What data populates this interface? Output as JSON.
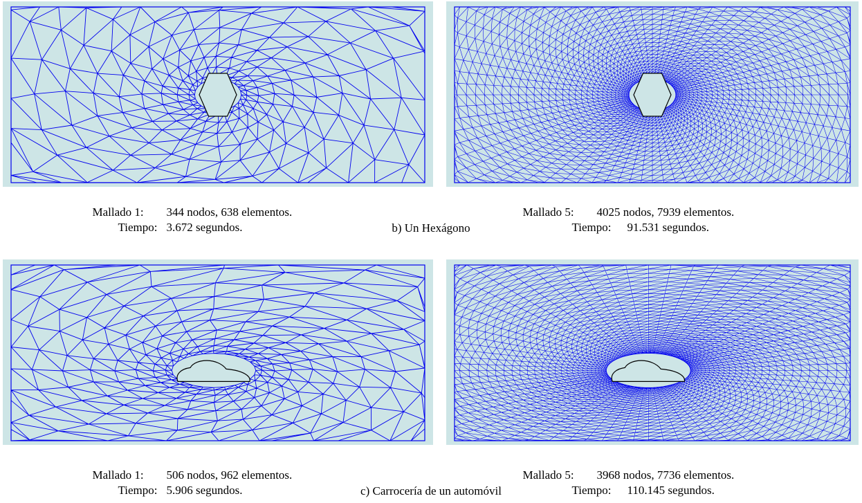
{
  "colors": {
    "field": "#cde5e6",
    "mesh": "#0000ee",
    "hole": "#cde5e6"
  },
  "sections": [
    {
      "caption": "b) Un Hexágono",
      "shape": "hexagon",
      "panels": [
        {
          "label": "Mallado 1:",
          "mesh_info": "344 nodos, 638 elementos.",
          "time_label": "Tiempo:",
          "time_value": "3.672 segundos.",
          "density": "coarse"
        },
        {
          "label": "Mallado 5:",
          "mesh_info": "4025 nodos, 7939 elementos.",
          "time_label": "Tiempo:",
          "time_value": "91.531 segundos.",
          "density": "fine"
        }
      ]
    },
    {
      "caption": "c) Carrocería de un automóvil",
      "shape": "car",
      "panels": [
        {
          "label": "Mallado 1:",
          "mesh_info": "506 nodos, 962 elementos.",
          "time_label": "Tiempo:",
          "time_value": "5.906 segundos.",
          "density": "coarse"
        },
        {
          "label": "Mallado 5:",
          "mesh_info": "3968 nodos, 7736 elementos.",
          "time_label": "Tiempo:",
          "time_value": "110.145 segundos.",
          "density": "fine"
        }
      ]
    }
  ]
}
